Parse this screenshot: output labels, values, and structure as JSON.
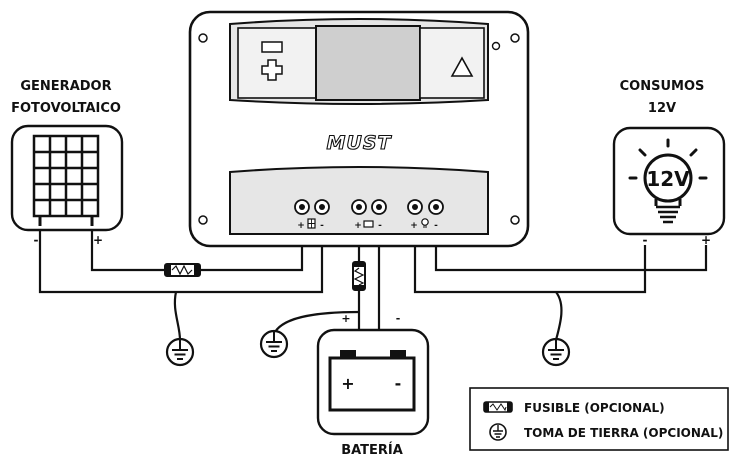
{
  "generator": {
    "title_line1": "GENERADOR",
    "title_line2": "FOTOVOLTAICO",
    "neg": "-",
    "pos": "+"
  },
  "loads": {
    "title_line1": "CONSUMOS",
    "title_line2": "12V",
    "bulb_label": "12V",
    "neg": "-",
    "pos": "+"
  },
  "controller": {
    "brand": "MUST",
    "terminal_marks": [
      "+",
      "-",
      "+",
      "-",
      "+",
      "-"
    ]
  },
  "battery": {
    "caption": "BATERÍA",
    "plus": "+",
    "minus": "-",
    "wire_pos": "+",
    "wire_neg": "-"
  },
  "legend": {
    "fuse": "FUSIBLE (OPCIONAL)",
    "ground": "TOMA DE TIERRA (OPCIONAL)"
  },
  "colors": {
    "ink": "#111111",
    "panel_fill": "#e6e6e6",
    "screen_fill": "#cfcfcf"
  },
  "icons": [
    "solar-panel-icon",
    "bulb-icon",
    "battery-icon",
    "fuse-icon",
    "ground-icon",
    "warning-triangle-icon"
  ]
}
